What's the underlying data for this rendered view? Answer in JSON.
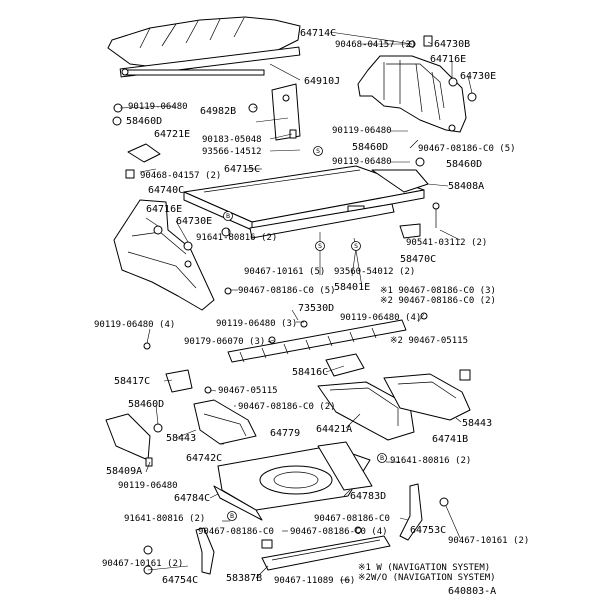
{
  "diagram_id": "640803-A",
  "labels": {
    "p64714C": "64714C",
    "p90468_04157_a": "90468-04157 (2)",
    "p64730B": "64730B",
    "p64716E_a": "64716E",
    "p64730E_a": "64730E",
    "p64910J": "64910J",
    "p90119_06480_a": "90119-06480",
    "p58460D_a": "58460D",
    "p64982B": "64982B",
    "p64721E": "64721E",
    "p90183_05048": "90183-05048",
    "p93566_14512": "93566-14512",
    "p90119_06480_b": "90119-06480",
    "p90467_08186_C0_5a": "90467-08186-C0 (5)",
    "p58460D_b": "58460D",
    "p90119_06480_c": "90119-06480",
    "p58460D_c": "58460D",
    "p90468_04157_b": "90468-04157 (2)",
    "p64715C": "64715C",
    "p58408A": "58408A",
    "p64740C": "64740C",
    "p64716E_b": "64716E",
    "p64730E_b": "64730E",
    "p91641_80816_a": "91641-80816 (2)",
    "p90541_03112": "90541-03112 (2)",
    "p58470C": "58470C",
    "p90467_10161_5": "90467-10161 (5)",
    "p93560_54012": "93560-54012 (2)",
    "p58401E": "58401E",
    "p90467_08186_C0_5b": "90467-08186-C0 (5)",
    "p1_90467_08186": "※1 90467-08186-C0 (3)",
    "p2_90467_08186": "※2 90467-08186-C0 (2)",
    "p73530D": "73530D",
    "p90119_06480_3": "90119-06480 (3)",
    "p90119_06480_4a": "90119-06480 (4)",
    "p90119_06480_4b": "90119-06480 (4)",
    "p90179_06070": "90179-06070 (3)",
    "p2_90467_05115": "※2 90467-05115",
    "p58417C": "58417C",
    "p58416C": "58416C",
    "p90467_05115": "90467-05115",
    "p58460D_d": "58460D",
    "p90467_08186_C0_2a": "90467-08186-C0 (2)",
    "p58443_a": "58443",
    "p58443_b": "58443",
    "p64742C": "64742C",
    "p64779": "64779",
    "p64421A": "64421A",
    "p64741B": "64741B",
    "p58409A": "58409A",
    "p91641_80816_b": "91641-80816 (2)",
    "p90119_06480_d": "90119-06480",
    "p64784C": "64784C",
    "p64783D": "64783D",
    "p91641_80816_c": "91641-80816 (2)",
    "p90467_08186_C0_a": "90467-08186-C0",
    "p90467_08186_C0_b": "90467-08186-C0",
    "p90467_08186_C0_4": "90467-08186-C0 (4)",
    "p64753C": "64753C",
    "p90467_10161_2a": "90467-10161 (2)",
    "p90467_10161_2b": "90467-10161 (2)",
    "p64754C": "64754C",
    "p58387B": "58387B",
    "p90467_11089": "90467-11089 (6)",
    "note1": "※1 W (NAVIGATION SYSTEM)",
    "note2": "※2W/O (NAVIGATION SYSTEM)",
    "circleS": "S",
    "circleB": "B"
  }
}
